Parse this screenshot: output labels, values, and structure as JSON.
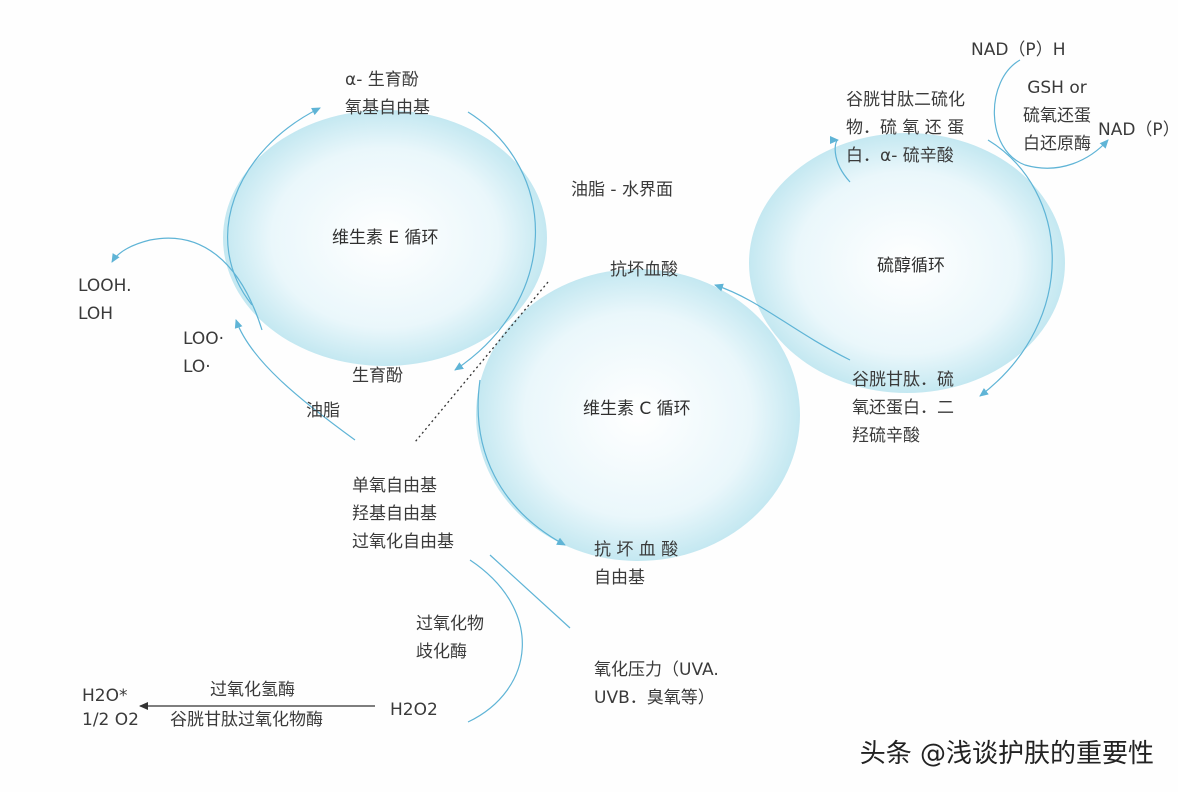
{
  "cycles": {
    "vitamin_e": "维生素 E 循环",
    "vitamin_c": "维生素 C 循环",
    "thiol": "硫醇循环"
  },
  "labels": {
    "alpha_tocopheroxyl": [
      "α- 生育酚",
      "氧基自由基"
    ],
    "tocopherol": "生育酚",
    "interface": "油脂 - 水界面",
    "ascorbic_acid": "抗坏血酸",
    "ascorbyl_radical": [
      "抗 坏 血 酸",
      "自由基"
    ],
    "thiol_ox": [
      "谷胱甘肽二硫化",
      "物．硫 氧 还 蛋",
      "白．α- 硫辛酸"
    ],
    "thiol_red": [
      "谷胱甘肽．硫",
      "氧还蛋白．二",
      "羟硫辛酸"
    ],
    "nadph": "NAD（P）H",
    "gsh": [
      "GSH or",
      "硫氧还蛋",
      "白还原酶"
    ],
    "nadp": "NAD（P）",
    "looh": [
      "LOOH.",
      "LOH"
    ],
    "loo": [
      "LOO·",
      "LO·"
    ],
    "lipid": "油脂",
    "radicals": [
      "单氧自由基",
      "羟基自由基",
      "过氧化自由基"
    ],
    "peroxide_enzyme": [
      "过氧化物",
      "歧化酶"
    ],
    "oxidative_stress": [
      "氧化压力（UVA.",
      "UVB．臭氧等）"
    ],
    "h2o2": "H2O2",
    "catalase": "过氧化氢酶",
    "gpx": "谷胱甘肽过氧化物酶",
    "products": [
      "H2O*",
      "1/2 O2"
    ]
  },
  "watermark": "头条 @浅谈护肤的重要性",
  "colors": {
    "circle_center": "#ffffff",
    "circle_edge": "#c2e9f2",
    "arrow": "#5fb4d6",
    "text": "#333333"
  }
}
